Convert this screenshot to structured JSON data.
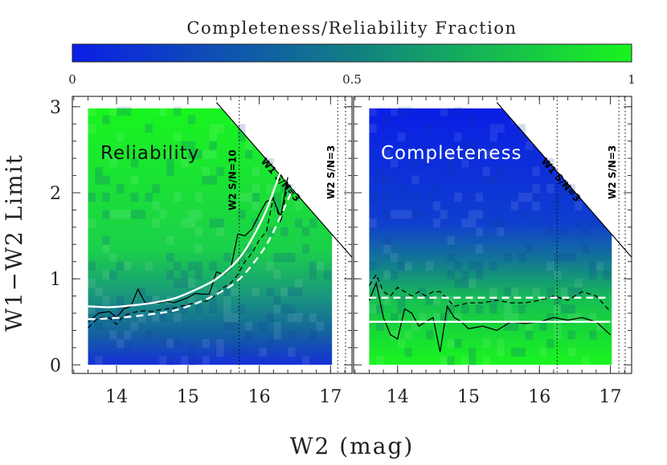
{
  "colorbar": {
    "title": "Completeness/Reliability Fraction",
    "ticks": [
      "0",
      "0.5",
      "1"
    ],
    "low_color": "#0a1ee6",
    "mid_color": "#127e84",
    "high_color": "#19f51e"
  },
  "xlabel": "W2 (mag)",
  "ylabel": "W1−W2 Limit",
  "chart_data": [
    {
      "type": "heatmap",
      "panel_label": "Reliability",
      "x_ticks": [
        "14",
        "15",
        "16",
        "17"
      ],
      "y_ticks": [
        "0",
        "1",
        "2",
        "3"
      ],
      "xlim": [
        13.38,
        17.3
      ],
      "ylim": [
        -0.1,
        3.12
      ],
      "limit_lines": [
        {
          "label": "W2 S/N=10",
          "x": 15.72,
          "style": "dotted"
        },
        {
          "label": "W2 S/N=3",
          "x": 17.1,
          "style": "dotted"
        }
      ],
      "diagonal_limit": {
        "label": "W1 S/N=3",
        "from": [
          15.4,
          3.05
        ],
        "to": [
          17.3,
          1.25
        ]
      },
      "measured_solid": {
        "x": [
          13.6,
          13.75,
          13.9,
          14.0,
          14.1,
          14.2,
          14.3,
          14.4,
          14.5,
          14.6,
          14.7,
          14.8,
          14.9,
          15.0,
          15.1,
          15.2,
          15.3,
          15.4,
          15.5,
          15.6,
          15.7,
          15.8,
          15.9,
          16.0,
          16.1,
          16.2,
          16.3,
          16.4
        ],
        "y": [
          0.5,
          0.6,
          0.62,
          0.55,
          0.65,
          0.68,
          0.88,
          0.72,
          0.72,
          0.72,
          0.74,
          0.72,
          0.75,
          0.78,
          0.83,
          0.82,
          0.82,
          1.08,
          1.05,
          1.12,
          1.52,
          1.5,
          1.58,
          1.75,
          1.9,
          1.92,
          1.72,
          2.18
        ]
      },
      "measured_dashed": {
        "x": [
          13.6,
          13.75,
          13.9,
          14.0,
          14.1,
          14.2,
          14.3,
          14.4,
          14.5,
          14.6,
          14.7,
          14.8,
          14.9,
          15.0,
          15.1,
          15.2,
          15.3,
          15.4,
          15.5,
          15.6,
          15.7,
          15.8,
          15.9,
          16.0,
          16.1,
          16.2,
          16.3,
          16.4
        ],
        "y": [
          0.43,
          0.55,
          0.55,
          0.47,
          0.57,
          0.6,
          0.62,
          0.63,
          0.62,
          0.64,
          0.65,
          0.66,
          0.68,
          0.7,
          0.72,
          0.73,
          0.75,
          0.82,
          0.9,
          0.95,
          1.05,
          1.2,
          1.3,
          1.45,
          1.55,
          1.95,
          1.65,
          2.1
        ]
      },
      "fit_solid": {
        "x": [
          13.6,
          13.9,
          14.2,
          14.5,
          14.8,
          15.1,
          15.4,
          15.7,
          15.9,
          16.1,
          16.3
        ],
        "y": [
          0.68,
          0.67,
          0.69,
          0.72,
          0.77,
          0.87,
          1.0,
          1.22,
          1.47,
          1.8,
          2.25
        ]
      },
      "fit_dashed": {
        "x": [
          13.6,
          13.9,
          14.2,
          14.5,
          14.8,
          15.1,
          15.4,
          15.7,
          16.0,
          16.2,
          16.5
        ],
        "y": [
          0.53,
          0.54,
          0.56,
          0.59,
          0.63,
          0.71,
          0.82,
          0.98,
          1.27,
          1.55,
          2.1
        ]
      }
    },
    {
      "type": "heatmap",
      "panel_label": "Completeness",
      "x_ticks": [
        "14",
        "15",
        "16",
        "17"
      ],
      "y_ticks": [
        "0",
        "1",
        "2",
        "3"
      ],
      "xlim": [
        13.38,
        17.3
      ],
      "ylim": [
        -0.1,
        3.12
      ],
      "limit_lines": [
        {
          "label": "W2 S/N=3",
          "x": 17.12,
          "style": "dotted"
        },
        {
          "label": "",
          "x": 16.25,
          "style": "dotted"
        }
      ],
      "diagonal_limit": {
        "label": "W1 S/N=3",
        "from": [
          15.4,
          3.05
        ],
        "to": [
          17.3,
          1.25
        ]
      },
      "measured_solid": {
        "x": [
          13.6,
          13.7,
          13.8,
          13.9,
          14.0,
          14.1,
          14.2,
          14.3,
          14.4,
          14.5,
          14.6,
          14.7,
          14.8,
          14.9,
          15.0,
          15.2,
          15.4,
          15.6,
          15.8,
          16.0,
          16.2,
          16.4,
          16.6,
          16.8,
          17.0
        ],
        "y": [
          0.75,
          0.95,
          0.55,
          0.35,
          0.3,
          0.65,
          0.6,
          0.45,
          0.5,
          0.55,
          0.15,
          0.68,
          0.55,
          0.5,
          0.42,
          0.45,
          0.4,
          0.5,
          0.48,
          0.5,
          0.55,
          0.52,
          0.55,
          0.5,
          0.35
        ]
      },
      "measured_dashed": {
        "x": [
          13.6,
          13.7,
          13.8,
          13.9,
          14.0,
          14.1,
          14.2,
          14.3,
          14.4,
          14.5,
          14.6,
          14.8,
          15.0,
          15.2,
          15.4,
          15.6,
          15.8,
          16.0,
          16.2,
          16.4,
          16.6,
          16.8,
          17.0
        ],
        "y": [
          0.92,
          1.05,
          0.85,
          0.8,
          0.9,
          0.85,
          0.8,
          0.85,
          0.8,
          0.85,
          0.85,
          0.68,
          0.72,
          0.72,
          0.75,
          0.72,
          0.72,
          0.75,
          0.8,
          0.75,
          0.85,
          0.8,
          0.62
        ]
      },
      "fit_solid": {
        "x": [
          13.6,
          17.0
        ],
        "y": [
          0.5,
          0.5
        ]
      },
      "fit_dashed": {
        "x": [
          13.6,
          17.0
        ],
        "y": [
          0.78,
          0.78
        ]
      }
    }
  ]
}
